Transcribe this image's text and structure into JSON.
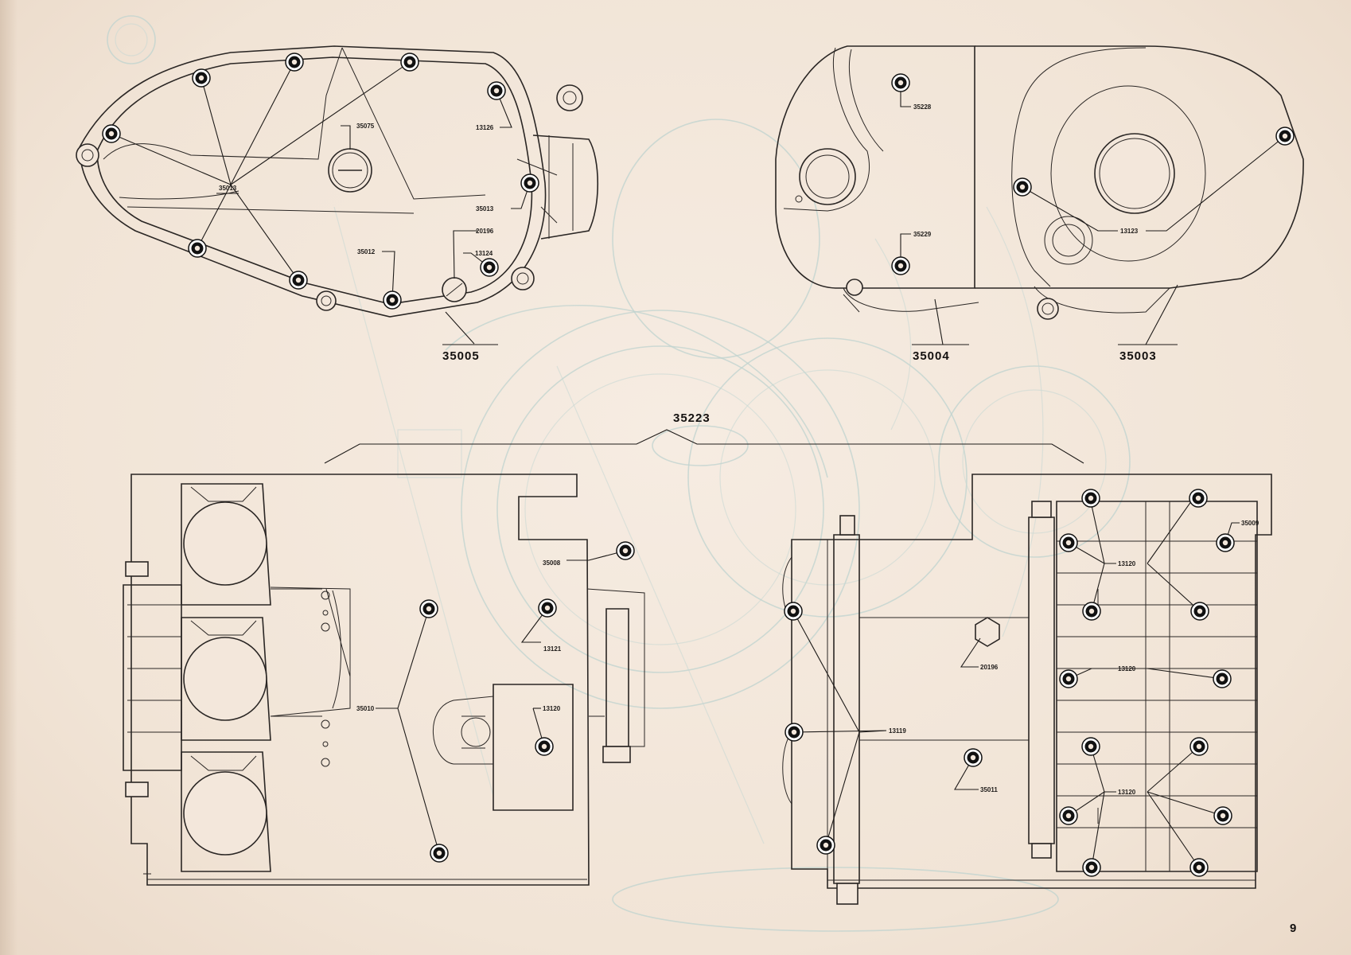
{
  "page_number": "9",
  "labels": {
    "p35005": "35005",
    "p35004": "35004",
    "p35003": "35003",
    "p35223": "35223",
    "p35013_a": "35013",
    "p35013_b": "35013",
    "p35075": "35075",
    "p13126": "13126",
    "p20196_a": "20196",
    "p13124": "13124",
    "p35012": "35012",
    "p35228": "35228",
    "p35229": "35229",
    "p13123": "13123",
    "p35008": "35008",
    "p13121": "13121",
    "p35010": "35010",
    "p13120_a": "13120",
    "p35009": "35009",
    "p13120_b": "13120",
    "p13120_c": "13120",
    "p13120_d": "13120",
    "p20196_b": "20196",
    "p13119": "13119",
    "p35011": "35011"
  }
}
